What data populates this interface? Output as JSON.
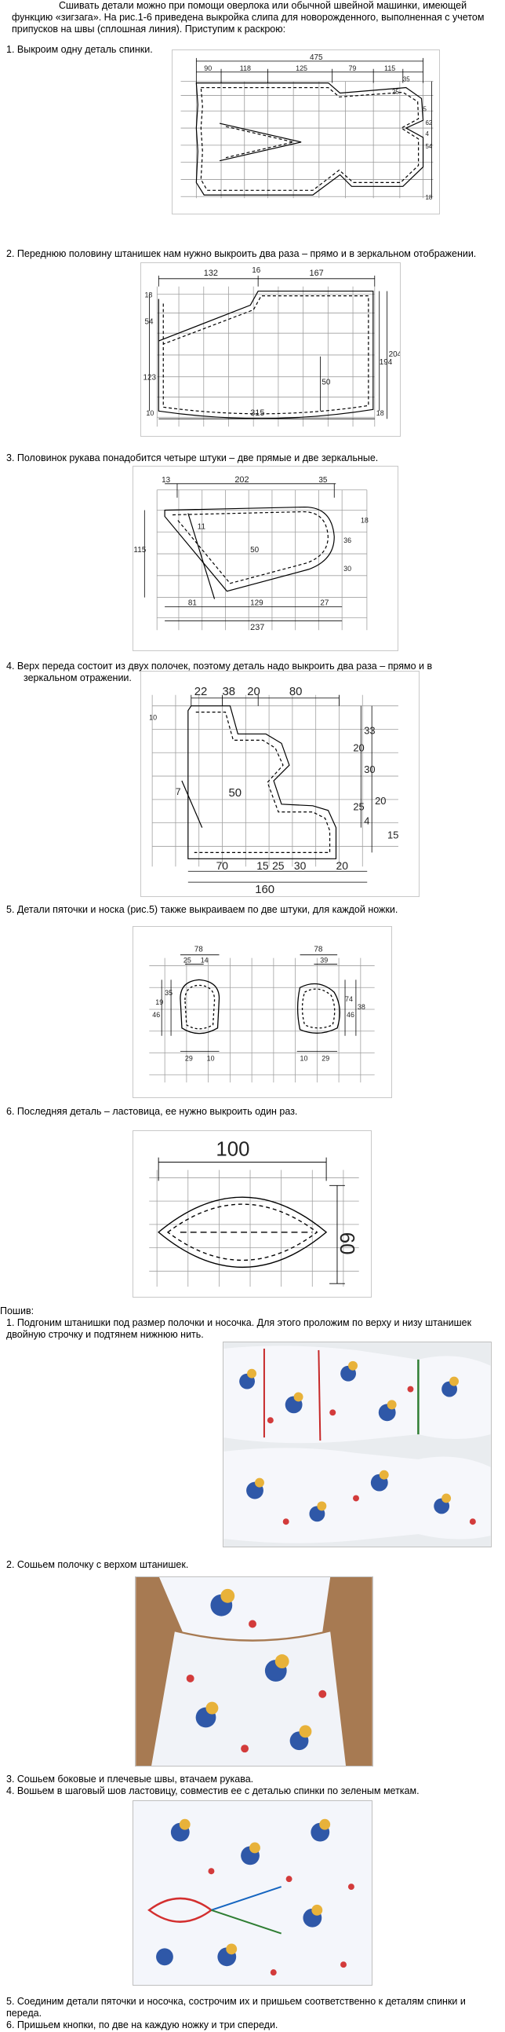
{
  "intro": {
    "line1": "Сшивать детали можно при помощи оверлока или обычной швейной машинки, имеющей",
    "line2": "функцию «зигзага». На рис.1-6 приведена выкройка слипа для новорожденного, выполненная с учетом",
    "line3": "припусков на швы (сплошная линия). Приступим к раскрою:"
  },
  "cut_steps": [
    {
      "label": "1.    Выкроим одну деталь спинки."
    },
    {
      "label": "2.    Переднюю половину штанишек нам нужно выкроить два раза – прямо и в зеркальном отображении."
    },
    {
      "label": "3.    Половинок рукава понадобится четыре штуки – две прямые и две зеркальные."
    },
    {
      "label": "4.    Верх переда состоит из двух полочек, поэтому деталь надо выкроить два раза – прямо и в",
      "label2": "зеркальном отражении."
    },
    {
      "label": "5.    Детали пяточки и носка (рис.5) также выкраиваем по две штуки, для каждой ножки."
    },
    {
      "label": "6.    Последняя деталь – ластовица, ее нужно выкроить один раз."
    }
  ],
  "figures": {
    "back": {
      "dims": [
        "475",
        "90",
        "118",
        "125",
        "79",
        "115",
        "35",
        "25",
        "5",
        "62",
        "4",
        "54",
        "18"
      ]
    },
    "trouser": {
      "dims": [
        "132",
        "16",
        "167",
        "18",
        "54",
        "123",
        "10",
        "315",
        "50",
        "204",
        "194",
        "18"
      ]
    },
    "sleeve": {
      "dims": [
        "13",
        "202",
        "35",
        "11",
        "50",
        "115",
        "18",
        "36",
        "30",
        "81",
        "129",
        "27",
        "237"
      ]
    },
    "front": {
      "dims": [
        "22",
        "38",
        "20",
        "80",
        "7",
        "50",
        "33",
        "20",
        "30",
        "20",
        "25",
        "4",
        "15",
        "70",
        "15",
        "25",
        "30",
        "20",
        "160",
        "10"
      ]
    },
    "heel": {
      "dims": [
        "78",
        "25",
        "14",
        "78",
        "39",
        "35",
        "19",
        "46",
        "74",
        "46",
        "38",
        "29",
        "10",
        "10",
        "29"
      ]
    },
    "gusset": {
      "dims": [
        "100",
        "60"
      ]
    }
  },
  "sewing": {
    "heading": "Пошив:",
    "steps": [
      {
        "label": "1.    Подгоним штанишки под размер полочки и носочка. Для этого проложим по верху и низу штанишек",
        "label2": "двойную строчку и подтянем нижнюю нить."
      },
      {
        "label": "2.    Сошьем полочку с верхом штанишек."
      },
      {
        "label": "3.    Сошьем боковые и плечевые швы, втачаем рукава."
      },
      {
        "label": "4.    Вошьем в шаговый шов ластовицу, совместив ее с деталью спинки по зеленым меткам."
      },
      {
        "label": "5.    Соединим детали пяточки и носочка, сострочим их и пришьем соответственно к деталям спинки и",
        "label2": "переда."
      },
      {
        "label": "6.    Пришьем кнопки, по две на каждую ножку и три спереди."
      }
    ]
  }
}
